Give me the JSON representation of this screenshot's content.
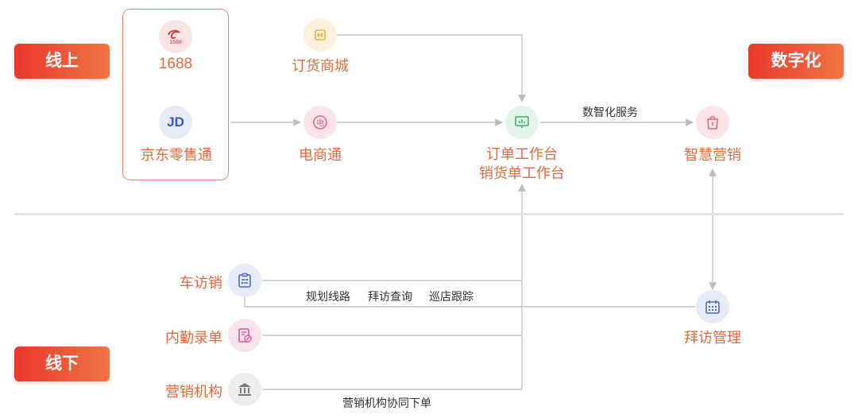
{
  "tags": {
    "online": "线上",
    "offline": "线下",
    "digital": "数字化"
  },
  "online_sources": [
    {
      "label": "1688",
      "icon": "1688-logo-icon",
      "logo_text": "1688"
    },
    {
      "label": "京东零售通",
      "icon": "jd-logo-icon",
      "logo_text": "JD"
    }
  ],
  "nodes": {
    "order_mall": "订货商城",
    "ecommerce": "电商通",
    "workbench_line1": "订单工作台",
    "workbench_line2": "销货单工作台",
    "smart_marketing": "智慧营销",
    "visit_management": "拜访管理"
  },
  "offline_sources": [
    {
      "label": "车访销",
      "icon": "clipboard-route-icon"
    },
    {
      "label": "内勤录单",
      "icon": "form-edit-icon"
    },
    {
      "label": "营销机构",
      "icon": "bank-building-icon"
    }
  ],
  "edge_labels": {
    "digital_service": "数智化服务",
    "route_plan": "规划线路",
    "visit_query": "拜访查询",
    "store_tracking": "巡店跟踪",
    "institution_collab": "营销机构协同下单"
  },
  "colors": {
    "accent_red": "#e8382d",
    "accent_orange": "#f07544",
    "label_orange": "#e06a3e",
    "line_gray": "#bdbdbd"
  }
}
